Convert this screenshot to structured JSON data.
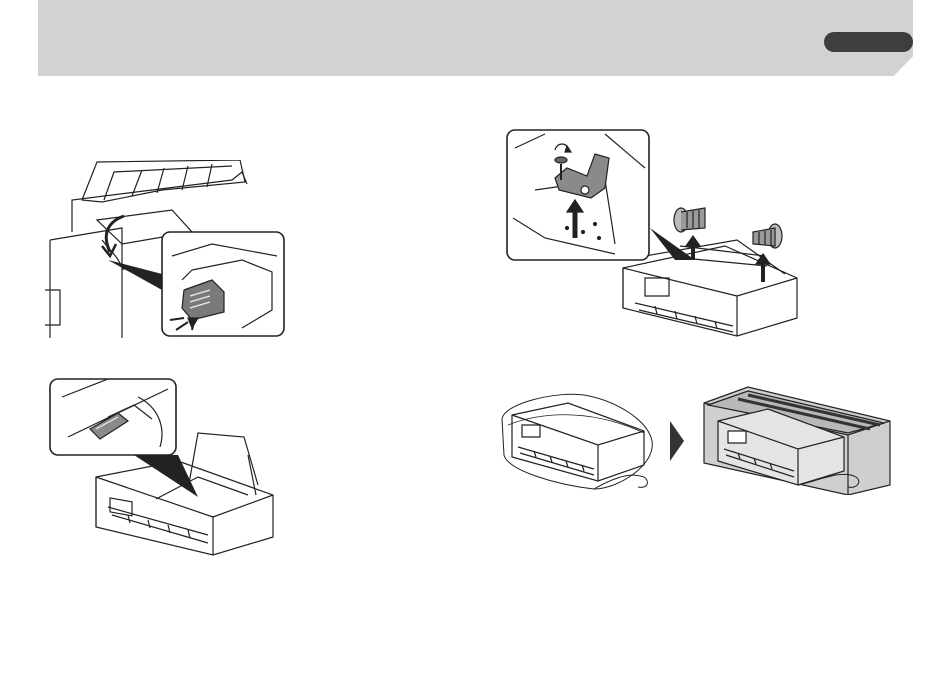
{
  "colors": {
    "header_band": "#d2d2d2",
    "header_tab": "#3e3e3e",
    "line_art": "#222222",
    "box_gray": "#cfcfcf",
    "part_gray": "#8a8a8a",
    "arrow": "#2a2a2a"
  },
  "illustrations": [
    {
      "id": "ink-tank-lock-lever",
      "icon": "lock-lever-click-icon"
    },
    {
      "id": "open-top-cover-carriage",
      "icon": "carriage-detail-icon"
    },
    {
      "id": "remove-holder-and-spindles",
      "icon": "up-arrow-icon"
    },
    {
      "id": "wrap-and-box-printer",
      "icon": "right-triangle-arrow-icon"
    }
  ]
}
